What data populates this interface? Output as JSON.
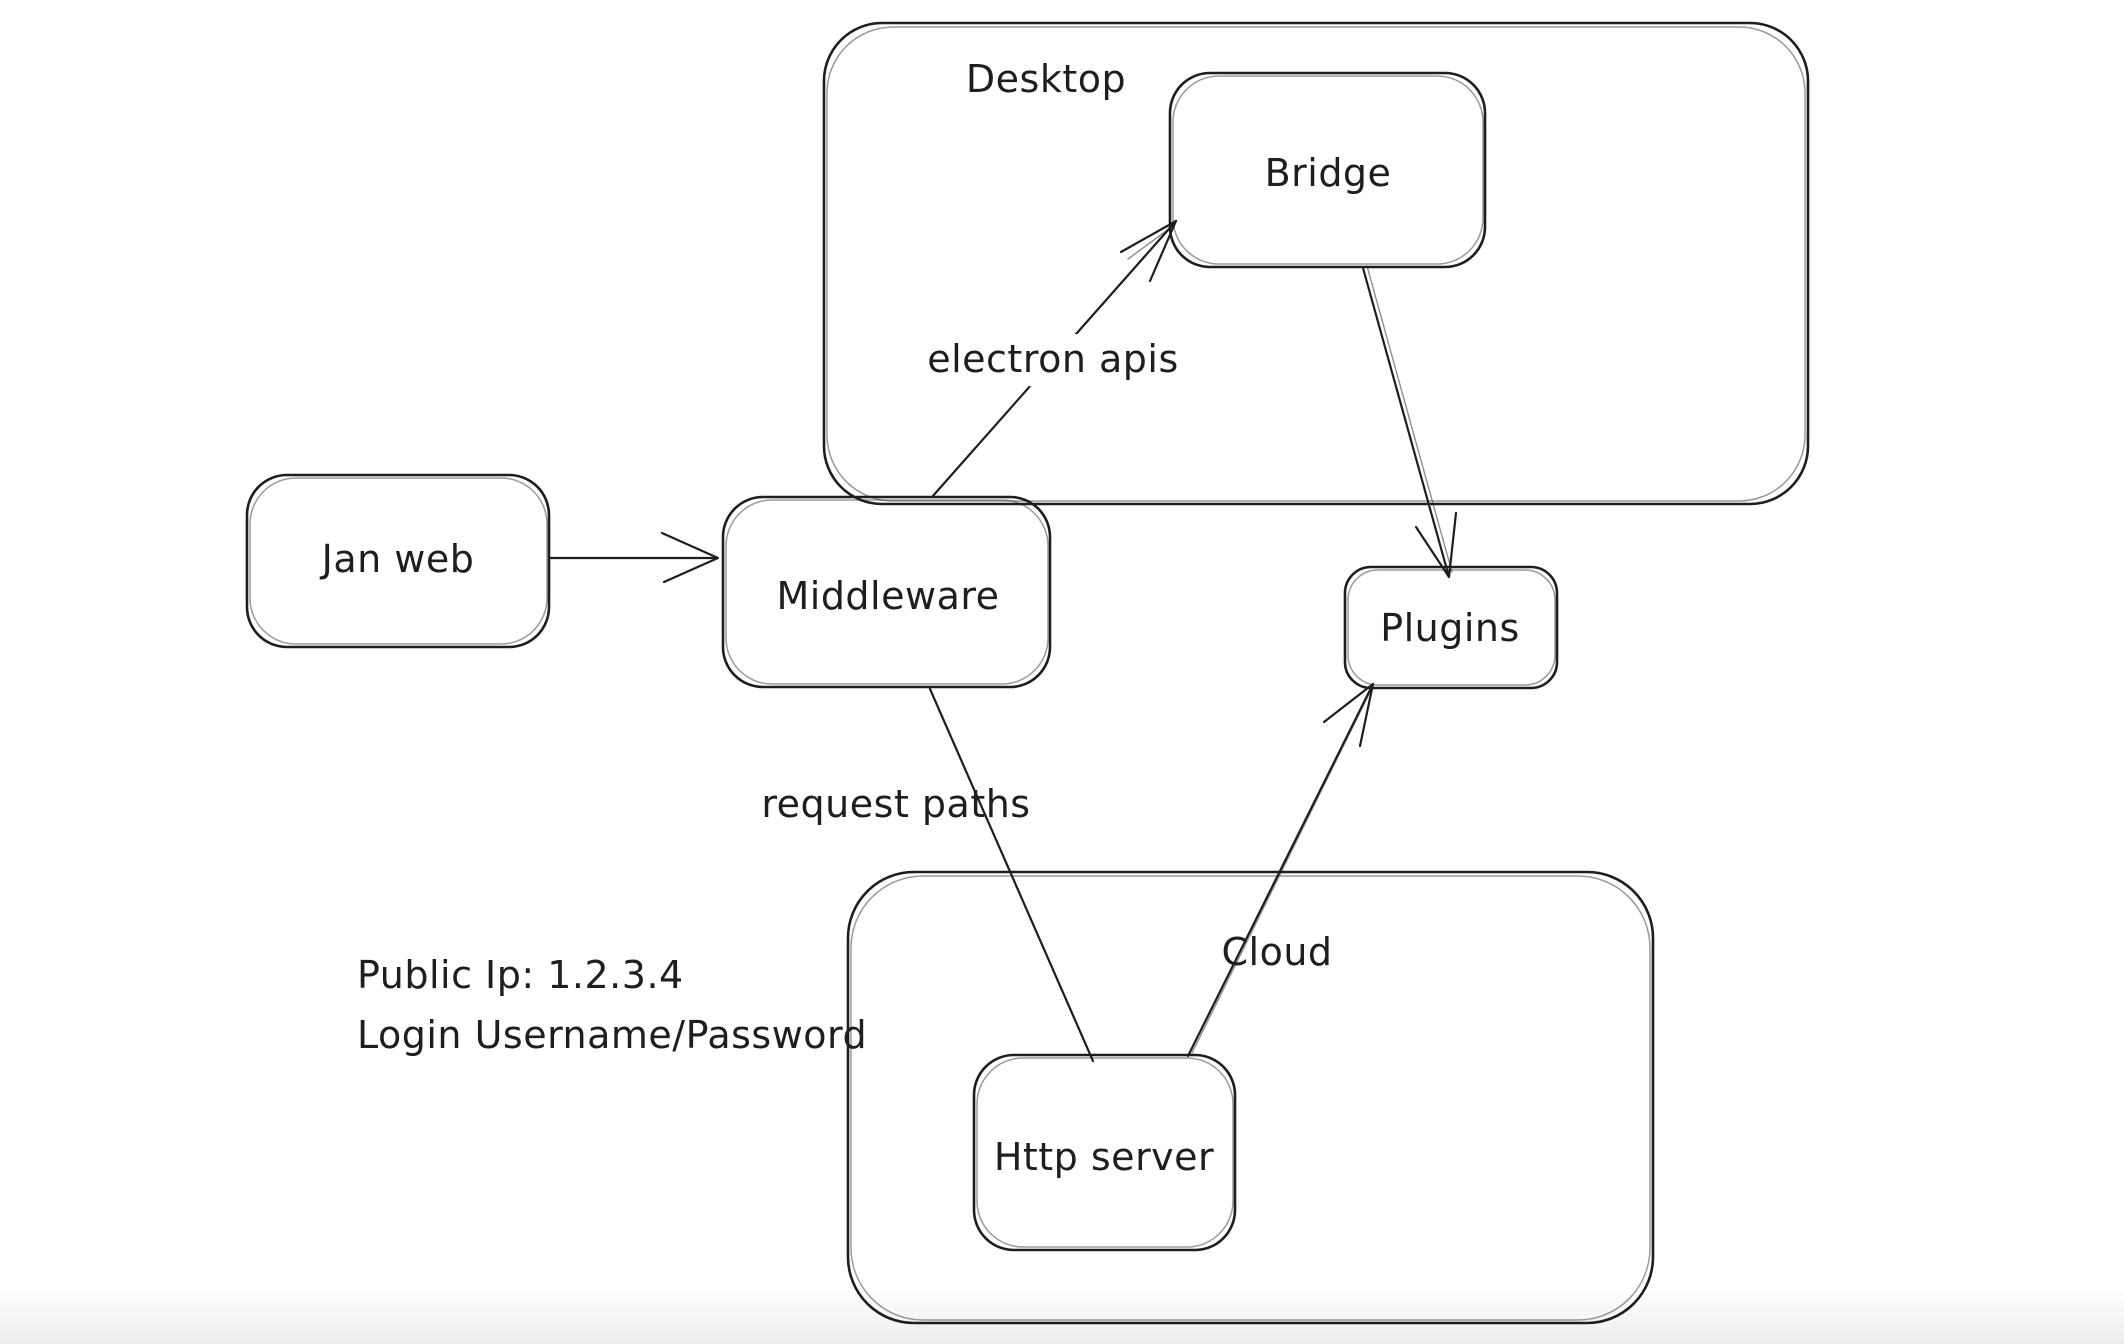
{
  "canvas": {
    "background_color": "#ffffff",
    "stroke_color": "#1e1e1e"
  },
  "nodes": {
    "desktop": {
      "label": "Desktop",
      "kind": "container"
    },
    "bridge": {
      "label": "Bridge",
      "kind": "box"
    },
    "jan_web": {
      "label": "Jan web",
      "kind": "box"
    },
    "middleware": {
      "label": "Middleware",
      "kind": "box"
    },
    "plugins": {
      "label": "Plugins",
      "kind": "box"
    },
    "cloud": {
      "label": "Cloud",
      "kind": "container"
    },
    "http_server": {
      "label": "Http server",
      "kind": "box"
    }
  },
  "edges": {
    "jan_web_to_middleware": {
      "from": "jan_web",
      "to": "middleware",
      "label": ""
    },
    "middleware_to_bridge": {
      "from": "middleware",
      "to": "bridge",
      "label": "electron apis"
    },
    "bridge_to_plugins": {
      "from": "bridge",
      "to": "plugins",
      "label": ""
    },
    "middleware_to_http_server": {
      "from": "middleware",
      "to": "http_server",
      "label": "request paths"
    },
    "http_server_to_plugins": {
      "from": "http_server",
      "to": "plugins",
      "label": ""
    }
  },
  "annotations": {
    "public_ip": "Public Ip: 1.2.3.4",
    "login": "Login Username/Password"
  }
}
